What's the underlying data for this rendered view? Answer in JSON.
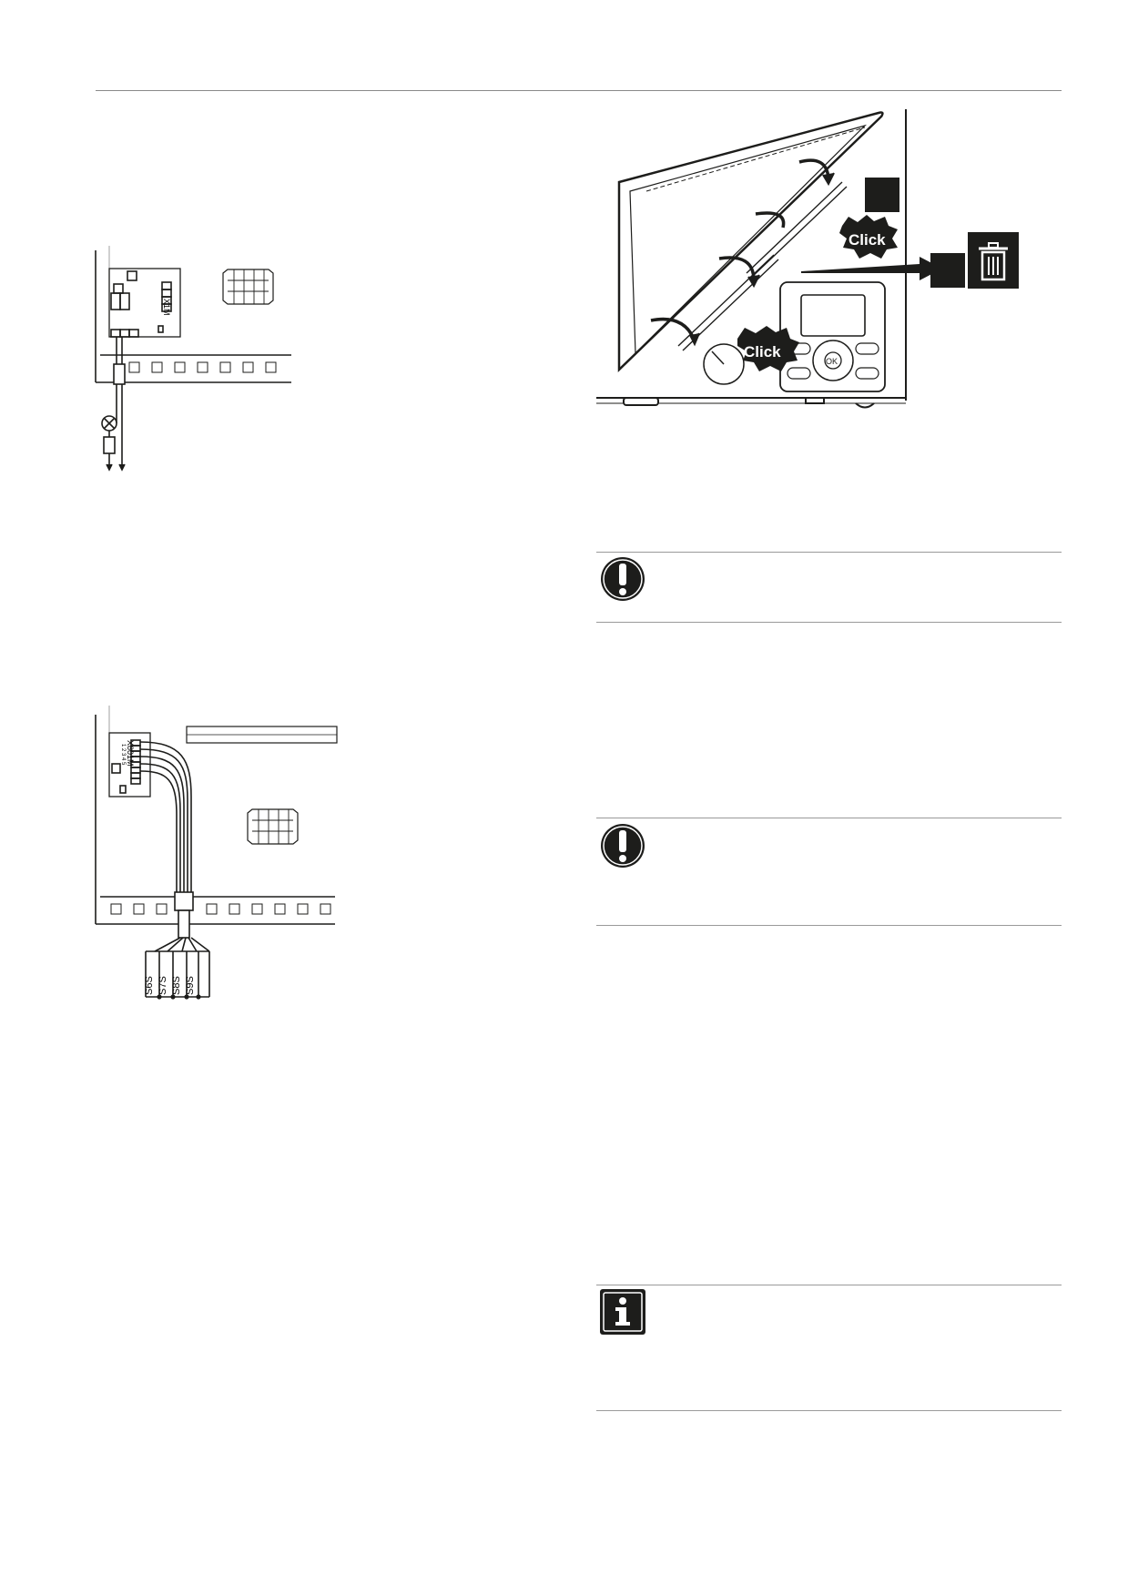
{
  "figure_wiring_1": {
    "terminal_label": "X1M"
  },
  "figure_wiring_2": {
    "terminal_label": "X801M",
    "pin_numbers": "1 2 3 4 5",
    "switch_labels": [
      "S6S",
      "S7S",
      "S8S",
      "S9S"
    ]
  },
  "figure_panel": {
    "click_label_top": "Click",
    "click_label_bottom": "Click",
    "ok_button": "OK"
  },
  "notices": [
    {
      "type": "warning",
      "icon": "exclamation-icon"
    },
    {
      "type": "warning",
      "icon": "exclamation-icon"
    },
    {
      "type": "information",
      "icon": "info-icon"
    }
  ]
}
